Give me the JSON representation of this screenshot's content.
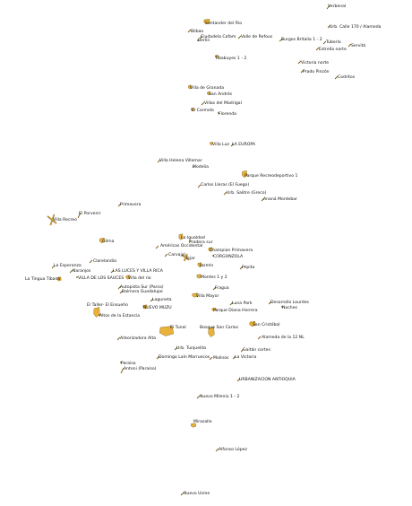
{
  "map": {
    "colors": {
      "feature_fill": "#e9b23a",
      "feature_stroke": "#7a5a10",
      "label": "#111111",
      "background": "#ffffff"
    },
    "features": [
      {
        "id": "f0",
        "name": "Verbenal"
      },
      {
        "id": "f1",
        "name": "Urb. Calle 170 / Alameda"
      },
      {
        "id": "f2",
        "name": "Santander del Rio"
      },
      {
        "id": "f3",
        "name": "Bilbao"
      },
      {
        "id": "f4",
        "name": "Ciudadela Cafam"
      },
      {
        "id": "f5",
        "name": "Valle de Refous"
      },
      {
        "id": "f6",
        "name": "Burgos Britalia 1 - 2"
      },
      {
        "id": "f7",
        "name": "Tuberlo"
      },
      {
        "id": "f8",
        "name": "Servitá"
      },
      {
        "id": "f9",
        "name": "Berlin"
      },
      {
        "id": "f10",
        "name": "Estrella norte"
      },
      {
        "id": "f11",
        "name": "Tibabuyes 1 - 2"
      },
      {
        "id": "f12",
        "name": "Victoria norte"
      },
      {
        "id": "f13",
        "name": "Prado Pinzón"
      },
      {
        "id": "f14",
        "name": "Codritos"
      },
      {
        "id": "f15",
        "name": "Villa de Granada"
      },
      {
        "id": "f16",
        "name": "San Andrés"
      },
      {
        "id": "f17",
        "name": "Villas del Madrigal"
      },
      {
        "id": "f18",
        "name": "El Carmelo"
      },
      {
        "id": "f19",
        "name": "Florenda"
      },
      {
        "id": "f20",
        "name": "Villa Luz"
      },
      {
        "id": "f21",
        "name": "LA EUROPA"
      },
      {
        "id": "f22",
        "name": "Villa Helena Villemar"
      },
      {
        "id": "f23",
        "name": "Modelia"
      },
      {
        "id": "f24",
        "name": "Parque Recreodeportivo 1"
      },
      {
        "id": "f25",
        "name": "Carlos Lleras (El Fuego)"
      },
      {
        "id": "f26",
        "name": "Urb. Salitre (Greco)"
      },
      {
        "id": "f27",
        "name": "Ananá Montebar"
      },
      {
        "id": "f28",
        "name": "Primavera"
      },
      {
        "id": "f29",
        "name": "El Porvenir"
      },
      {
        "id": "f30",
        "name": "Villa Recreo"
      },
      {
        "id": "f31",
        "name": "La Igualdad"
      },
      {
        "id": "f32",
        "name": "Gilma"
      },
      {
        "id": "f33",
        "name": "Pradera sur"
      },
      {
        "id": "f34",
        "name": "Américas Occidental"
      },
      {
        "id": "f35",
        "name": "Champion Primavera"
      },
      {
        "id": "f36",
        "name": "Carvajal"
      },
      {
        "id": "f37",
        "name": "CORGONZOLA"
      },
      {
        "id": "f38",
        "name": "Tejar"
      },
      {
        "id": "f39",
        "name": "Clarelandia"
      },
      {
        "id": "f40",
        "name": "Jazmín"
      },
      {
        "id": "f41",
        "name": "La Esperanza"
      },
      {
        "id": "f42",
        "name": "Pepita"
      },
      {
        "id": "f43",
        "name": "Naranjos"
      },
      {
        "id": "f44",
        "name": "LAS LUCES Y VILLA RICA"
      },
      {
        "id": "f45",
        "name": "Montes 1 y 2"
      },
      {
        "id": "f46",
        "name": "La Tingua Tibaná"
      },
      {
        "id": "f47",
        "name": "VILLA DE LOS SAUCES"
      },
      {
        "id": "f48",
        "name": "Villa del rio"
      },
      {
        "id": "f49",
        "name": "Autopista Sur (Parco)"
      },
      {
        "id": "f50",
        "name": "Fragua"
      },
      {
        "id": "f51",
        "name": "Balmora Guadalupe"
      },
      {
        "id": "f52",
        "name": "Villa Mayor"
      },
      {
        "id": "f53",
        "name": "Laguneta"
      },
      {
        "id": "f54",
        "name": "Luna Park"
      },
      {
        "id": "f55",
        "name": "Desarrollo Lourdes"
      },
      {
        "id": "f56",
        "name": "El Taller- El Ensueño"
      },
      {
        "id": "f57",
        "name": "NUEVO MUZU"
      },
      {
        "id": "f58",
        "name": "Naches"
      },
      {
        "id": "f59",
        "name": "Parque Diana Herrera"
      },
      {
        "id": "f60",
        "name": "Altos de la Estancia"
      },
      {
        "id": "f61",
        "name": "San Cristóbal"
      },
      {
        "id": "f62",
        "name": "El Tunal"
      },
      {
        "id": "f63",
        "name": "Bosque San Carlos"
      },
      {
        "id": "f64",
        "name": "Alameda de la 12 NL"
      },
      {
        "id": "f65",
        "name": "Arborizadora Alta"
      },
      {
        "id": "f66",
        "name": "Urb. Tunjuelito"
      },
      {
        "id": "f67",
        "name": "Gaitán cortes"
      },
      {
        "id": "f68",
        "name": "Domingo Laín Marruecos"
      },
      {
        "id": "f69",
        "name": "Molinos"
      },
      {
        "id": "f70",
        "name": "La Victoria"
      },
      {
        "id": "f71",
        "name": "Paraiso"
      },
      {
        "id": "f72",
        "name": "Antoni (Paraíso)"
      },
      {
        "id": "f73",
        "name": "URBANIZACION ANTIOQUIA"
      },
      {
        "id": "f74",
        "name": "Nuevo Milenio 1 - 2"
      },
      {
        "id": "f75",
        "name": "Mirasalle"
      },
      {
        "id": "f76",
        "name": "Alfonso López"
      },
      {
        "id": "f77",
        "name": "Nuevo Usme"
      }
    ]
  }
}
